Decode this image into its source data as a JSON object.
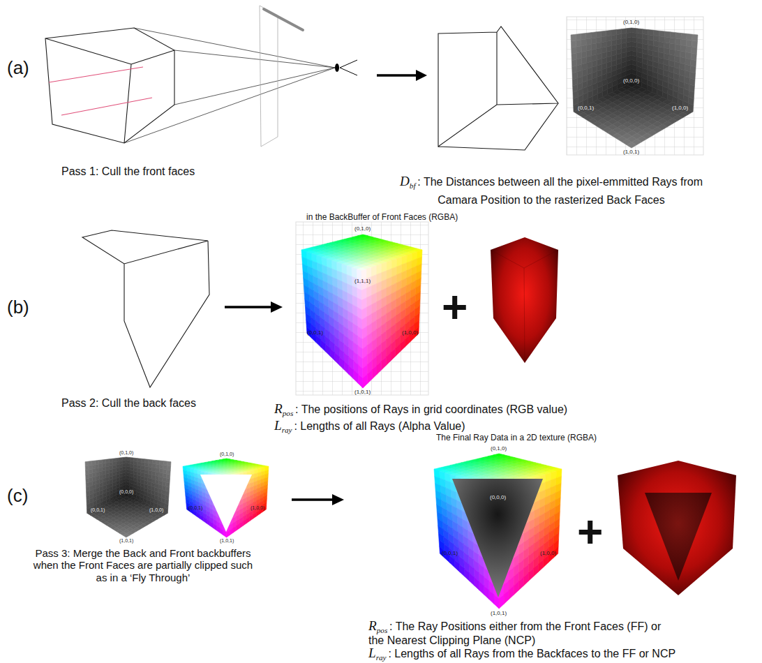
{
  "diagram": {
    "labels": [
      "(a)",
      "Pass 1: Cull the front faces",
      "(0,1,0)",
      "(0,0,0)",
      "(0,0,1)",
      "(1,0,0)",
      "(1,0,1)",
      "D",
      "bf",
      ": The Distances between all the pixel-emmitted Rays from Camara Position to the rasterized Back Faces",
      "(b)",
      "in the BackBuffer of Front Faces (RGBA)",
      "(0,1,0)",
      "(1,1,1)",
      "(0,0,1)",
      "(1,0,0)",
      "(1,0,1)",
      "+",
      "Pass 2: Cull the back faces",
      "R",
      "pos",
      ": The positions of Rays in grid coordinates (RGB value)",
      "L",
      "ray",
      ": Lengths of all Rays (Alpha Value)",
      "(c)",
      "(0,1,0)",
      "(0,0,0)",
      "(0,0,1)",
      "(1,0,0)",
      "(1,0,1)",
      "(0,1,0)",
      "(0,0,1)",
      "(1,0,0)",
      "(1,0,1)",
      "Pass 3: Merge the Back and Front backbuffers when the Front Faces are partially clipped such as in a ‘Fly Through’",
      "The Final Ray Data in a 2D texture (RGBA)",
      "(0,1,0)",
      "(0,0,0)",
      "(0,0,1)",
      "(1,0,0)",
      "(1,0,1)",
      "+",
      "R",
      "pos",
      ": The Ray Positions either from the Front Faces (FF) or the Nearest Clipping Plane (NCP)",
      "L",
      "ray",
      ": Lengths of all Rays from the Backfaces to the FF or NCP"
    ]
  }
}
